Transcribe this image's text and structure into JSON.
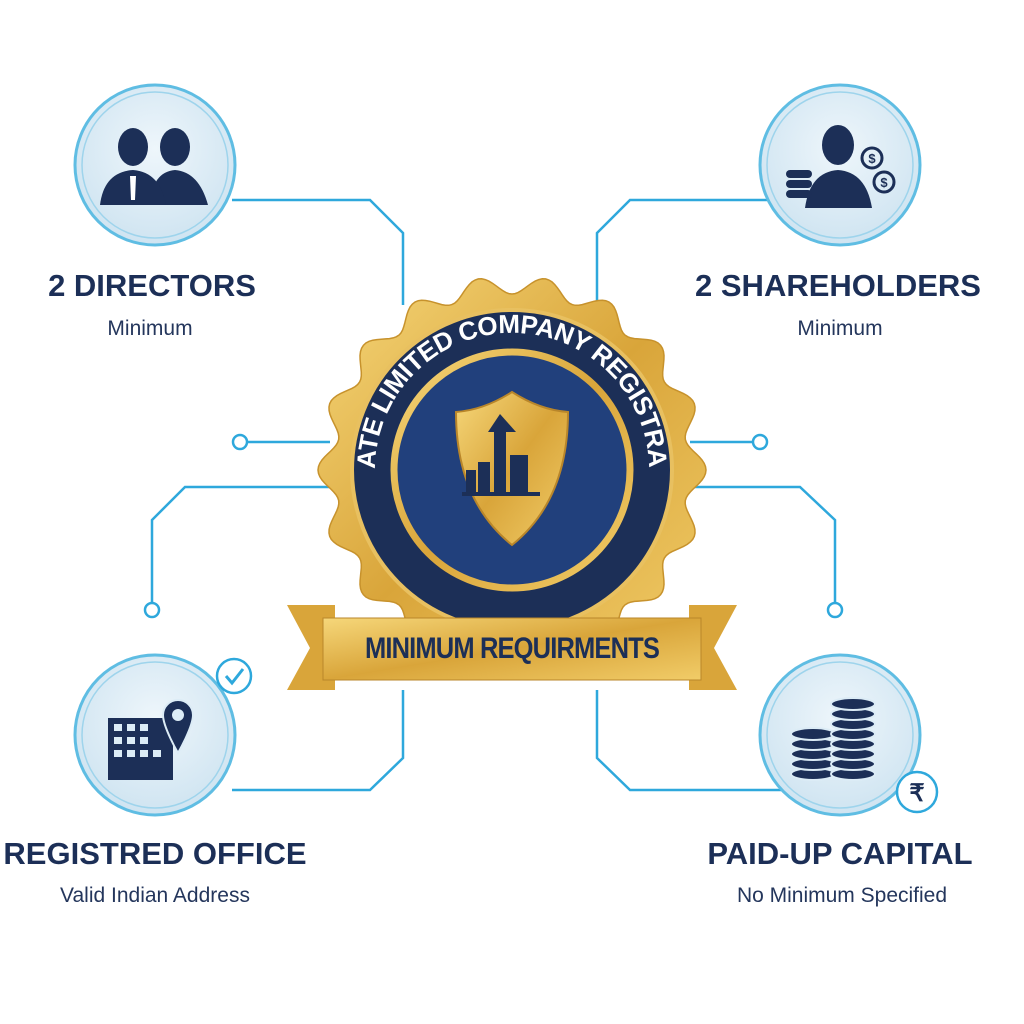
{
  "badge": {
    "arc_text": "PRIVATE LIMITED COMPANY REGISTRATION",
    "ribbon_text": "MINIMUM REQUIRMENTS",
    "icon": "shield-buildings-arrow-icon"
  },
  "items": [
    {
      "title": "2 DIRECTORS",
      "subtitle": "Minimum",
      "icon": "two-businessmen-icon"
    },
    {
      "title": "2 SHAREHOLDERS",
      "subtitle": "Minimum",
      "icon": "shareholder-coins-icon"
    },
    {
      "title": "REGISTRED OFFICE",
      "subtitle": "Valid Indian Address",
      "icon": "office-location-icon",
      "badge_icon": "check-icon"
    },
    {
      "title": "PAID-UP CAPITAL",
      "subtitle": "No Minimum Specified",
      "icon": "coin-stacks-icon",
      "badge_icon": "rupee-icon"
    }
  ],
  "colors": {
    "navy": "#1c2f57",
    "gold": "#e3b341",
    "line": "#2ea8dc",
    "circle_fill": "#dcecf6"
  }
}
